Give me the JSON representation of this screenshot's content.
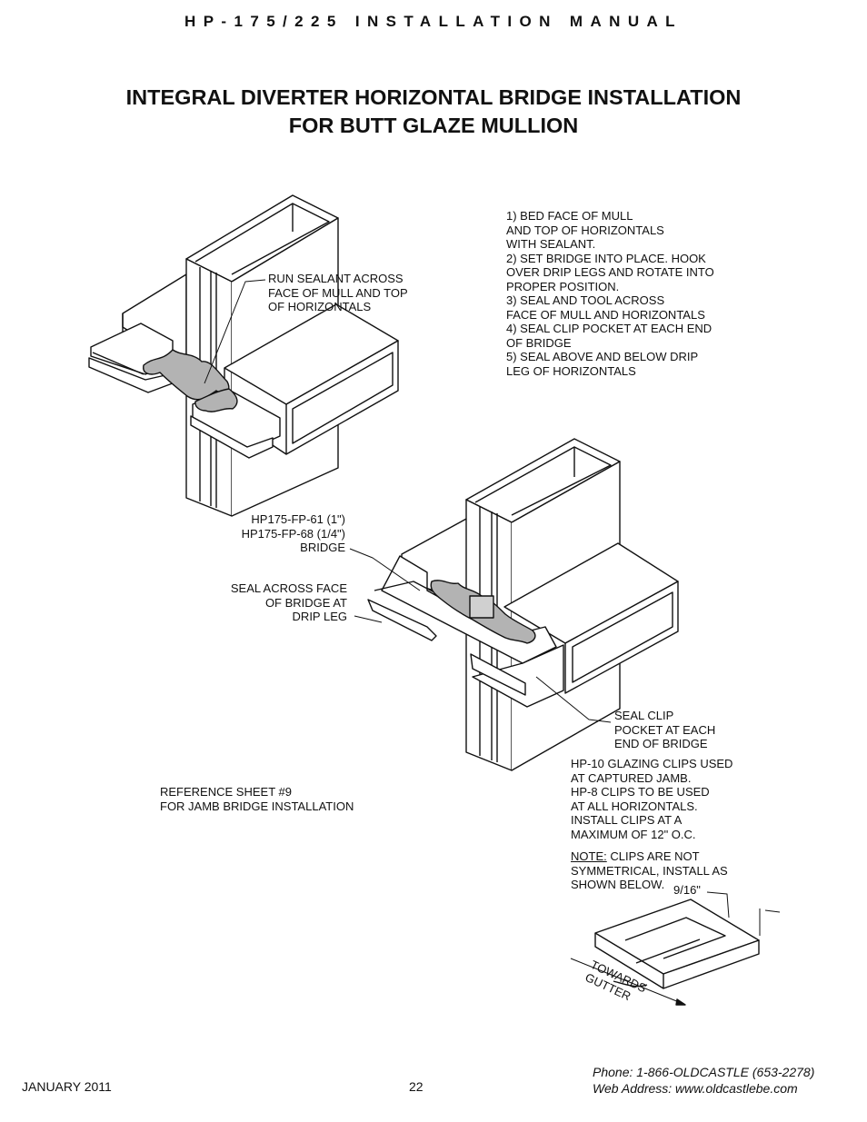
{
  "header": {
    "text": "HP-175/225 INSTALLATION MANUAL"
  },
  "title": {
    "line1": "INTEGRAL DIVERTER HORIZONTAL BRIDGE INSTALLATION",
    "line2": "FOR BUTT GLAZE MULLION"
  },
  "steps": [
    "1) BED FACE OF MULL",
    "AND TOP OF HORIZONTALS",
    "WITH SEALANT.",
    "2) SET BRIDGE INTO PLACE. HOOK",
    "OVER DRIP LEGS AND ROTATE INTO",
    "PROPER POSITION.",
    "3) SEAL AND TOOL ACROSS",
    "FACE OF MULL AND HORIZONTALS",
    "4) SEAL CLIP POCKET AT EACH END",
    "OF BRIDGE",
    "5) SEAL ABOVE AND BELOW DRIP",
    "LEG OF HORIZONTALS"
  ],
  "callouts": {
    "run_sealant": [
      "RUN SEALANT ACROSS",
      "FACE OF MULL AND TOP",
      "OF HORIZONTALS"
    ],
    "bridge_parts": [
      "HP175-FP-61 (1\")",
      "HP175-FP-68 (1/4\")",
      "BRIDGE"
    ],
    "seal_face": [
      "SEAL ACROSS FACE",
      "OF BRIDGE AT",
      "DRIP LEG"
    ],
    "seal_clip": [
      "SEAL CLIP",
      "POCKET AT EACH",
      "END OF BRIDGE"
    ],
    "glazing_clips": [
      "HP-10 GLAZING CLIPS USED",
      "AT CAPTURED JAMB.",
      "HP-8 CLIPS TO BE USED",
      "AT ALL HORIZONTALS.",
      "INSTALL CLIPS AT A",
      "MAXIMUM OF 12\" O.C."
    ],
    "note_label": "NOTE:",
    "note_rest": " CLIPS ARE NOT",
    "note_lines": [
      "SYMMETRICAL, INSTALL AS",
      "SHOWN BELOW."
    ],
    "dimension": "9/16\"",
    "towards": "TOWARDS",
    "gutter": "GUTTER",
    "reference": [
      "REFERENCE SHEET #9",
      "FOR JAMB BRIDGE INSTALLATION"
    ]
  },
  "footer": {
    "date": "JANUARY 2011",
    "page": "22",
    "phone": "Phone: 1-866-OLDCASTLE (653-2278)",
    "web": "Web Address: www.oldcastlebe.com"
  },
  "colors": {
    "ink": "#111111",
    "sealant": "#b3b3b3",
    "paper": "#ffffff"
  }
}
